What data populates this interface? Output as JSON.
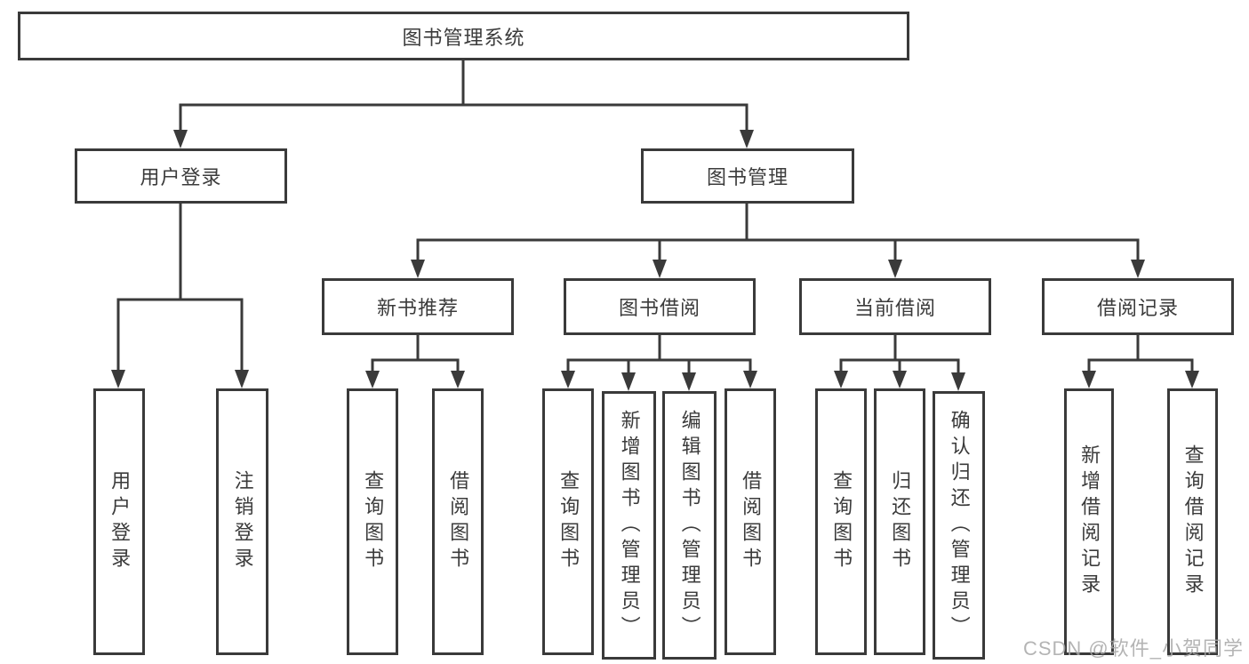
{
  "colors": {
    "line": "#3a3a3a",
    "text": "#3b3b3b",
    "background": "#ffffff",
    "watermark": "#a8a8a8"
  },
  "diagram": {
    "root": "图书管理系统",
    "branches": [
      {
        "label": "用户登录",
        "children": [
          "用户登录",
          "注销登录"
        ]
      },
      {
        "label": "图书管理",
        "groups": [
          {
            "label": "新书推荐",
            "children": [
              "查询图书",
              "借阅图书"
            ]
          },
          {
            "label": "图书借阅",
            "children": [
              "查询图书",
              "新增图书（管理员）",
              "编辑图书（管理员）",
              "借阅图书"
            ]
          },
          {
            "label": "当前借阅",
            "children": [
              "查询图书",
              "归还图书",
              "确认归还（管理员）"
            ]
          },
          {
            "label": "借阅记录",
            "children": [
              "新增借阅记录",
              "查询借阅记录"
            ]
          }
        ]
      }
    ]
  },
  "watermark": "CSDN @软件_小贺同学"
}
